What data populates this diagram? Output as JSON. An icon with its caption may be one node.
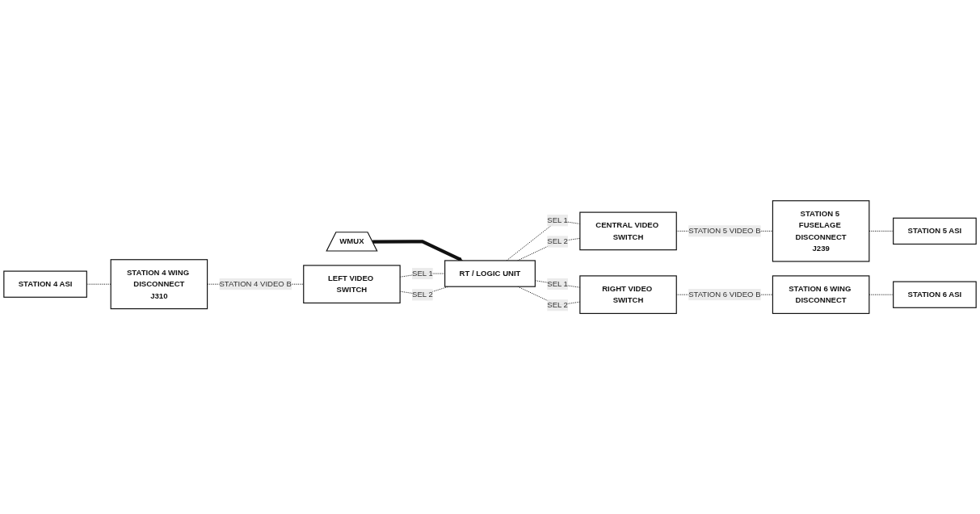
{
  "diagram": {
    "nodes": [
      {
        "text": [
          "WMUX"
        ]
      },
      {
        "text": [
          "STATION 4 ASI"
        ]
      },
      {
        "text": [
          "STATION 4 WING DISCONNECT",
          "J310"
        ]
      },
      {
        "text": [
          "LEFT VIDEO SWITCH"
        ]
      },
      {
        "text": [
          "RT / LOGIC UNIT"
        ]
      },
      {
        "text": [
          "CENTRAL VIDEO SWITCH"
        ]
      },
      {
        "text": [
          "STATION 5 FUSELAGE DISCONNECT",
          "J239"
        ]
      },
      {
        "text": [
          "STATION 5 ASI"
        ]
      },
      {
        "text": [
          "RIGHT VIDEO SWITCH"
        ]
      },
      {
        "text": [
          "STATION 6 WING DISCONNECT"
        ]
      },
      {
        "text": [
          "STATION 6 ASI"
        ]
      }
    ],
    "edges": [
      {
        "from": 0,
        "to": 4,
        "arrow": "to",
        "style": "thick"
      },
      {
        "from": 1,
        "to": 2,
        "arrow": "none",
        "style": "dashed"
      },
      {
        "from": 2,
        "to": 3,
        "arrow": "none",
        "style": "dashed",
        "label": "STATION 4 VIDEO B"
      },
      {
        "from": 3,
        "to": 4,
        "arrow": "none",
        "style": "dashed",
        "label": "SEL 1"
      },
      {
        "from": 3,
        "to": 4,
        "arrow": "none",
        "style": "dashed",
        "label": "SEL 2"
      },
      {
        "from": 4,
        "to": 5,
        "arrow": "none",
        "style": "dashed",
        "label": "SEL 1"
      },
      {
        "from": 4,
        "to": 5,
        "arrow": "none",
        "style": "dashed",
        "label": "SEL 2"
      },
      {
        "from": 4,
        "to": 8,
        "arrow": "none",
        "style": "dashed",
        "label": "SEL 1"
      },
      {
        "from": 4,
        "to": 8,
        "arrow": "none",
        "style": "dashed",
        "label": "SEL 2"
      },
      {
        "from": 5,
        "to": 6,
        "arrow": "none",
        "style": "dashed",
        "label": "STATION 5 VIDEO B"
      },
      {
        "from": 6,
        "to": 7,
        "arrow": "none",
        "style": "dashed"
      },
      {
        "from": 8,
        "to": 9,
        "arrow": "none",
        "style": "dashed",
        "label": "STATION 6 VIDEO B"
      },
      {
        "from": 9,
        "to": 10,
        "arrow": "none",
        "style": "dashed"
      }
    ]
  }
}
